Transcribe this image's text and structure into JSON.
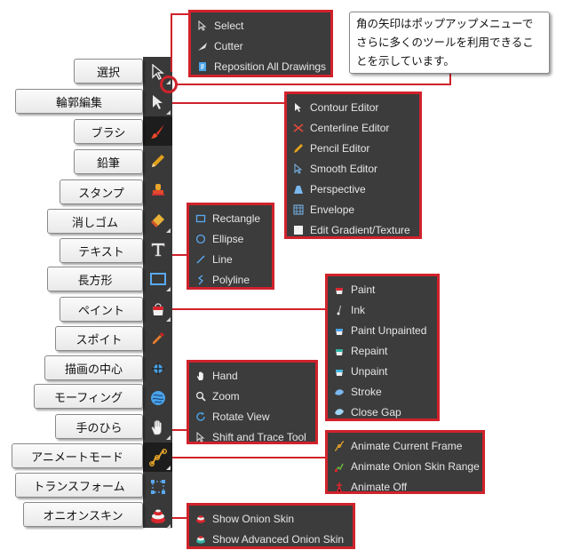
{
  "note": {
    "text": "角の矢印はポップアップメニューでさらに多くのツールを利用できることを示しています。"
  },
  "labels": [
    "選択",
    "輪郭編集",
    "ブラシ",
    "鉛筆",
    "スタンプ",
    "消しゴム",
    "テキスト",
    "長方形",
    "ペイント",
    "スポイト",
    "描画の中心",
    "モーフィング",
    "手のひら",
    "アニメートモード",
    "トランスフォーム",
    "オニオンスキン"
  ],
  "popups": {
    "select": [
      "Select",
      "Cutter",
      "Reposition All Drawings"
    ],
    "contour": [
      "Contour Editor",
      "Centerline Editor",
      "Pencil Editor",
      "Smooth Editor",
      "Perspective",
      "Envelope",
      "Edit Gradient/Texture"
    ],
    "rectangle": [
      "Rectangle",
      "Ellipse",
      "Line",
      "Polyline"
    ],
    "paint": [
      "Paint",
      "Ink",
      "Paint Unpainted",
      "Repaint",
      "Unpaint",
      "Stroke",
      "Close Gap"
    ],
    "hand": [
      "Hand",
      "Zoom",
      "Rotate View",
      "Shift and Trace Tool"
    ],
    "animate": [
      "Animate Current Frame",
      "Animate Onion Skin Range",
      "Animate Off"
    ],
    "onion": [
      "Show Onion Skin",
      "Show Advanced Onion Skin"
    ]
  },
  "colors": {
    "accent": "#d0222b",
    "toolbar": "#393939",
    "menu": "#3c3c3c"
  }
}
